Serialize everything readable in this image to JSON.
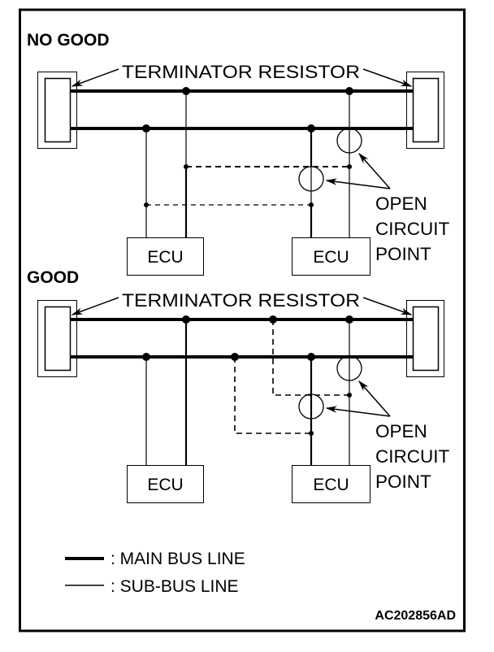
{
  "figure_code": "AC202856AD",
  "panels": [
    {
      "title": "NO GOOD",
      "terminator_label": "TERMINATOR RESISTOR",
      "open_circuit_label": [
        "OPEN",
        "CIRCUIT",
        "POINT"
      ],
      "ecu_labels": [
        "ECU",
        "ECU"
      ],
      "wiring": "incorrect"
    },
    {
      "title": "GOOD",
      "terminator_label": "TERMINATOR RESISTOR",
      "open_circuit_label": [
        "OPEN",
        "CIRCUIT",
        "POINT"
      ],
      "ecu_labels": [
        "ECU",
        "ECU"
      ],
      "wiring": "correct"
    }
  ],
  "legend": {
    "main_bus": ": MAIN BUS LINE",
    "sub_bus": ": SUB-BUS LINE"
  },
  "colors": {
    "ink": "#000000",
    "background": "#ffffff"
  }
}
